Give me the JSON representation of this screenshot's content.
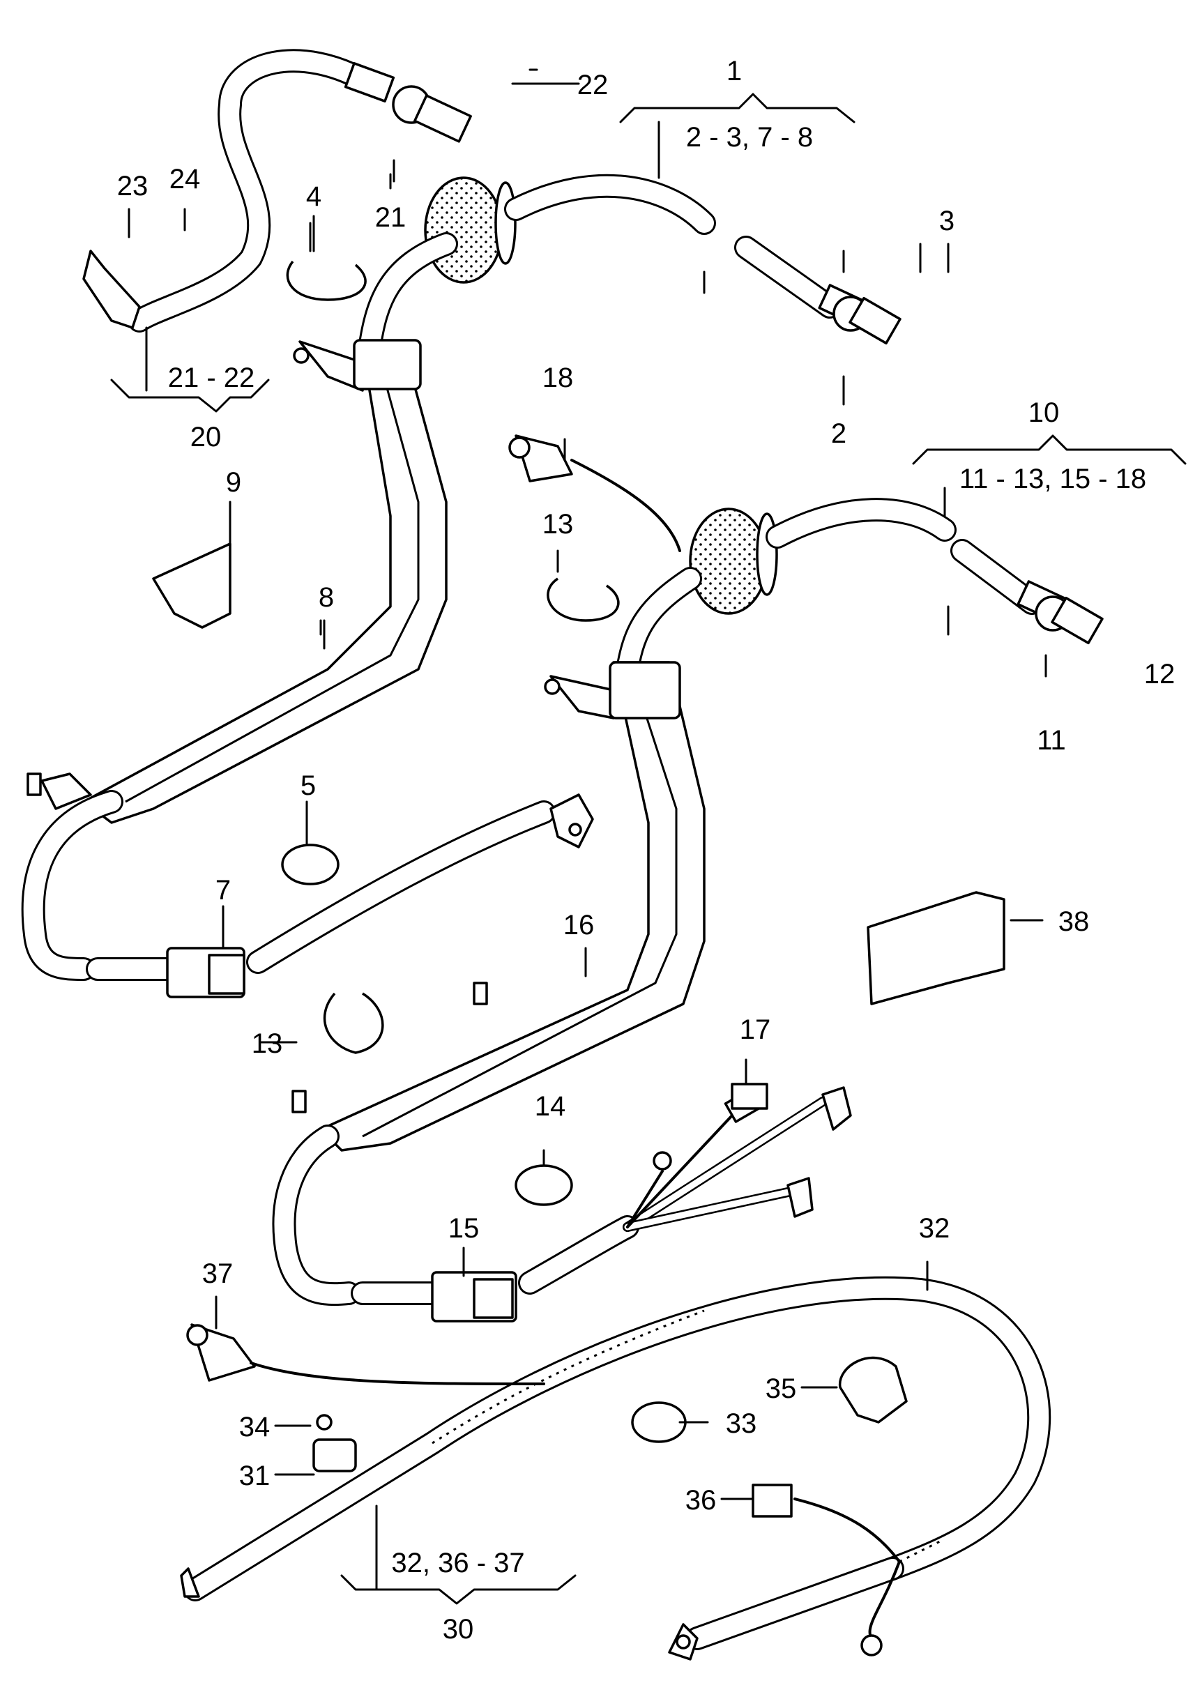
{
  "callouts": {
    "c1": "1",
    "c2": "2",
    "c3": "3",
    "c4": "4",
    "c5": "5",
    "c7": "7",
    "c8": "8",
    "c9": "9",
    "c10": "10",
    "c11": "11",
    "c12": "12",
    "c13a": "13",
    "c13b": "13",
    "c14": "14",
    "c15": "15",
    "c16": "16",
    "c17": "17",
    "c18": "18",
    "c20": "20",
    "c21a": "21",
    "c22": "22",
    "c23": "23",
    "c24": "24",
    "c30": "30",
    "c31": "31",
    "c32": "32",
    "c33": "33",
    "c34": "34",
    "c35": "35",
    "c36": "36",
    "c37": "37",
    "c38": "38"
  },
  "groups": {
    "g1": "2 - 3, 7 - 8",
    "g10": "11 - 13, 15 - 18",
    "g20": "21 - 22",
    "g30": "32, 36 - 37"
  }
}
